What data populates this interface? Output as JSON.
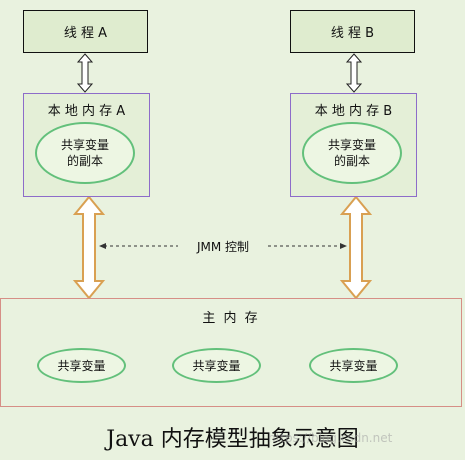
{
  "threads": [
    {
      "label": "线 程 A"
    },
    {
      "label": "线 程 B"
    }
  ],
  "local_memories": [
    {
      "title": "本 地 内 存 A",
      "copy_line1": "共享变量",
      "copy_line2": "的副本"
    },
    {
      "title": "本 地 内 存 B",
      "copy_line1": "共享变量",
      "copy_line2": "的副本"
    }
  ],
  "jmm_label": "JMM 控制",
  "main_memory": {
    "title": "主 内 存",
    "variables": [
      "共享变量",
      "共享变量",
      "共享变量"
    ]
  },
  "caption": "Java 内存模型抽象示意图",
  "watermark": "https://blog.csdn.net",
  "colors": {
    "background": "#e9f2df",
    "local_border": "#8d6cc9",
    "main_border": "#d68f86",
    "ellipse_border": "#63c07b",
    "arrow_orange": "#d9a052"
  }
}
